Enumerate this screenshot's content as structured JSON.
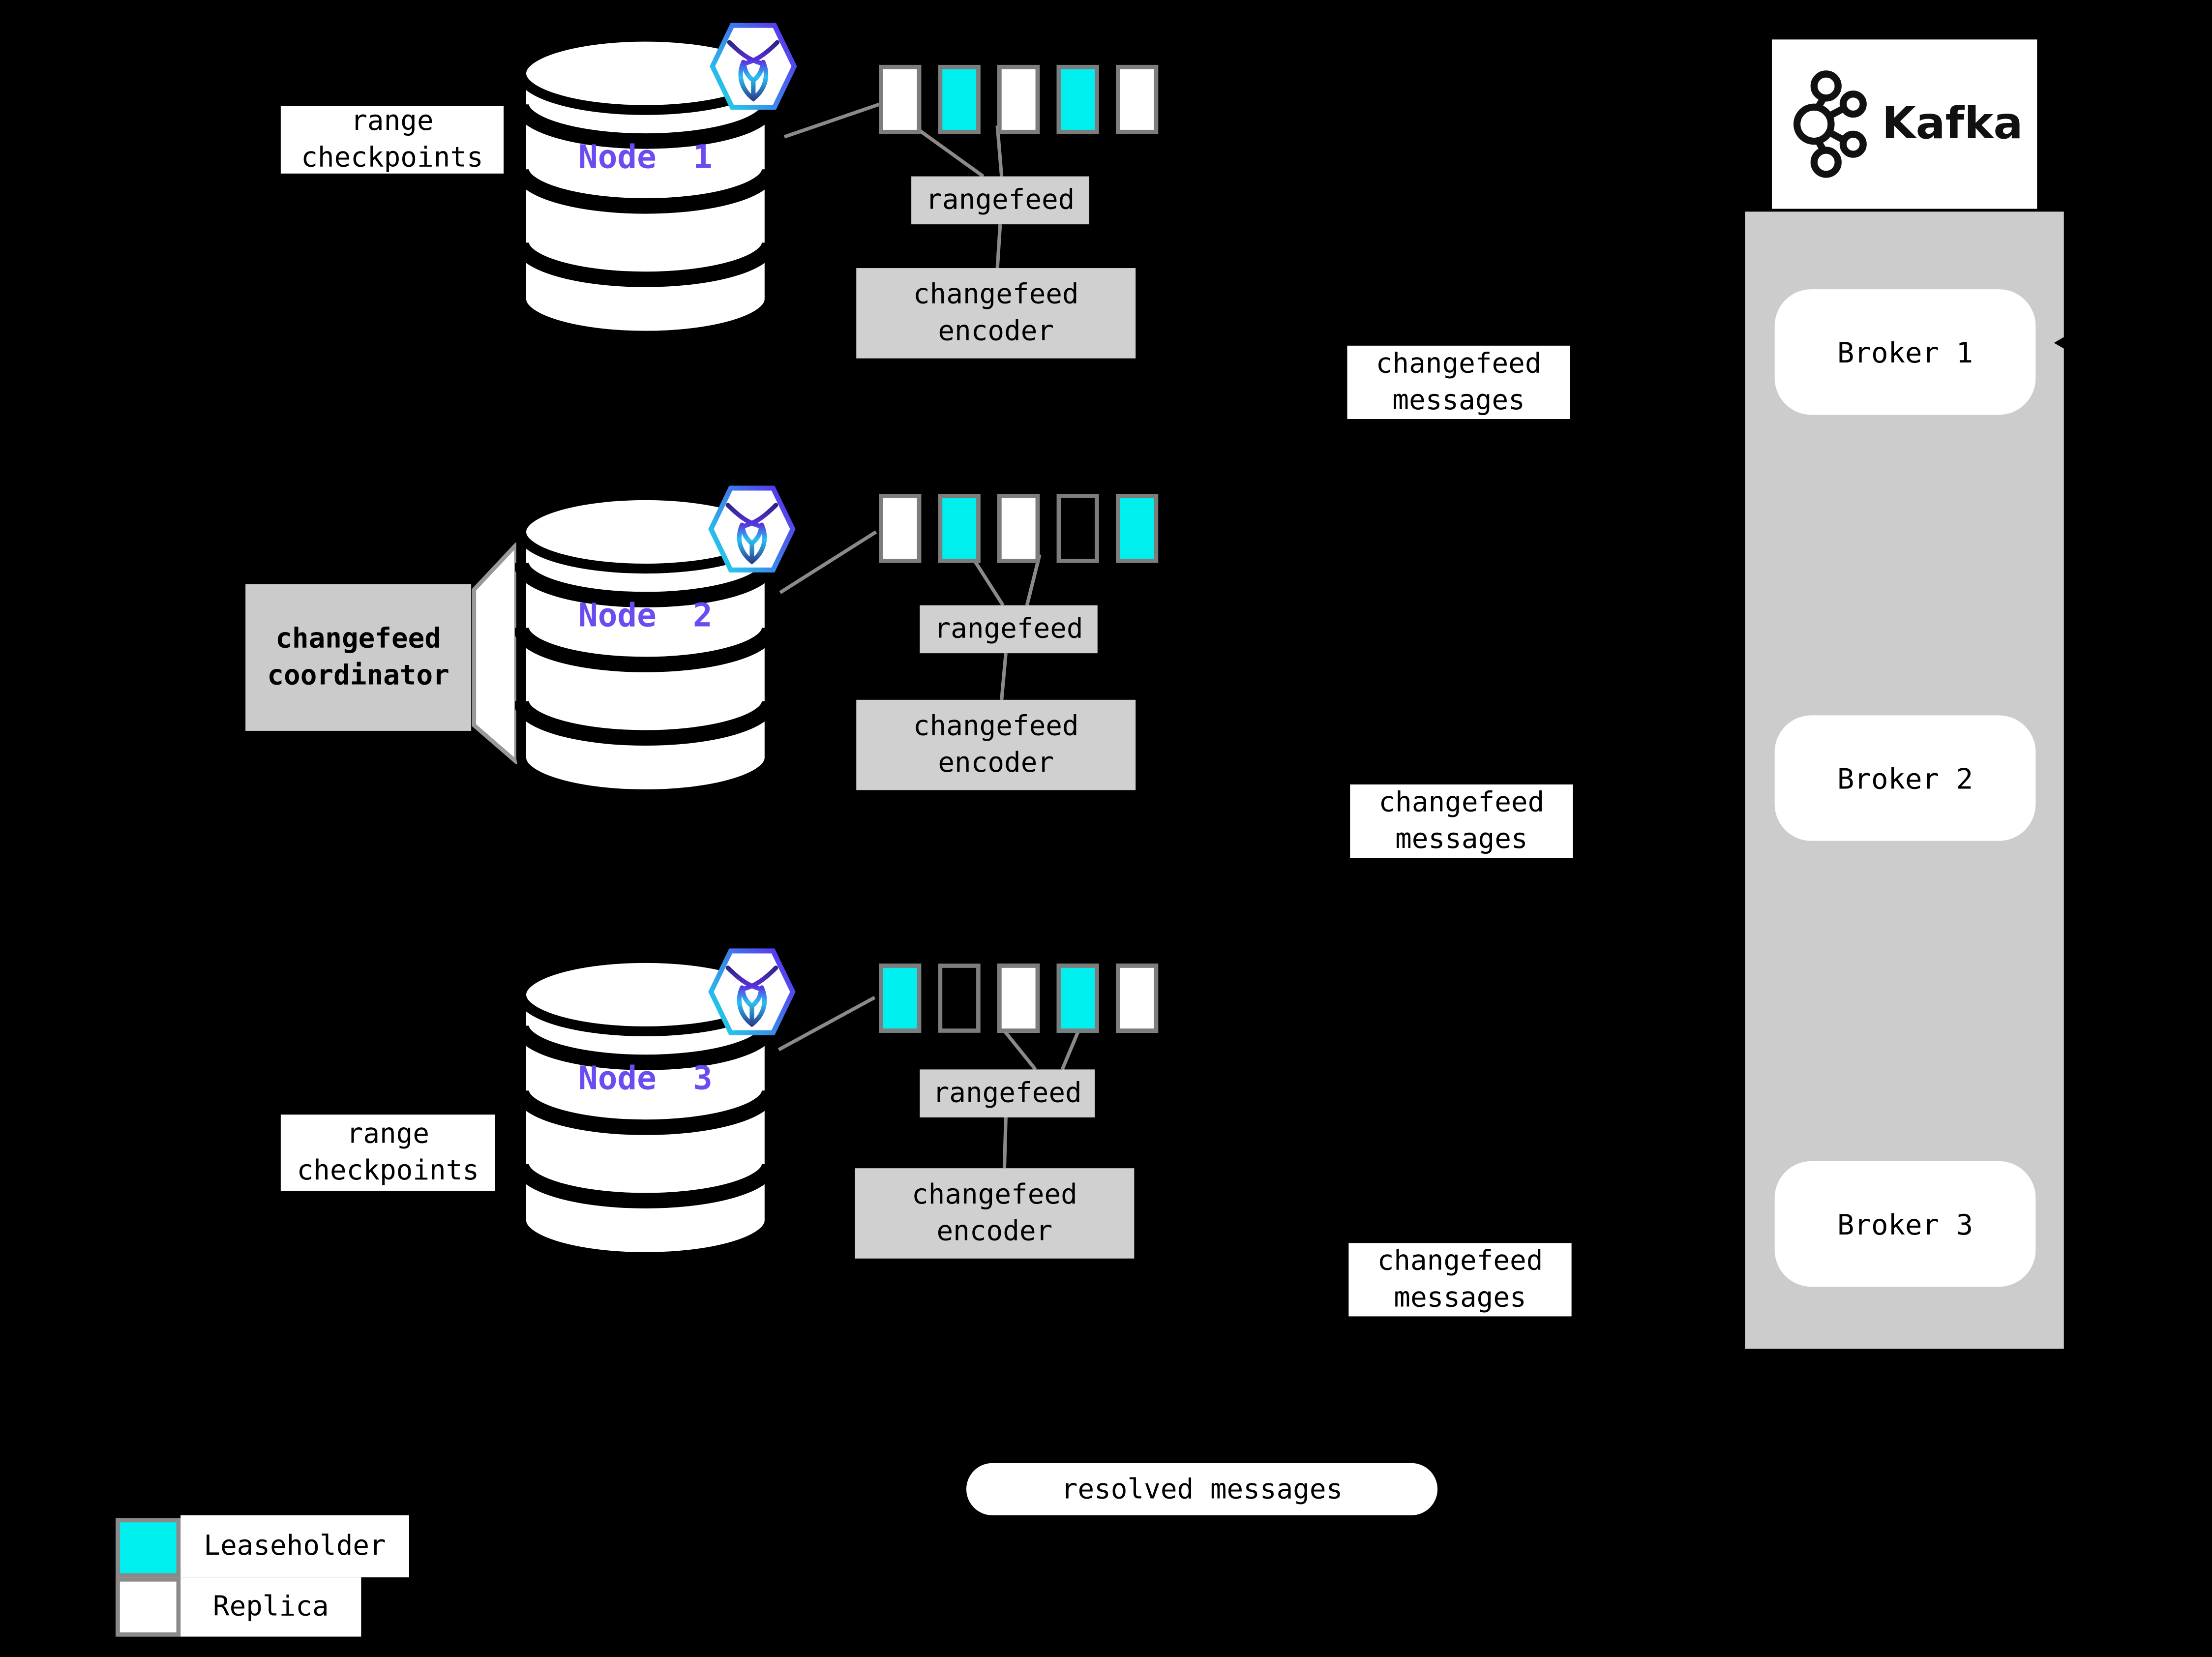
{
  "colors": {
    "background": "#000000",
    "leaseholder": "#00efef",
    "replica": "#ffffff",
    "box_gray": "#d0d0d0",
    "panel_gray": "#cccccc",
    "line_gray": "#8a8a8a",
    "node_text": "#6c4cf1"
  },
  "nodes": [
    {
      "label": "Node 1",
      "checkpoint_label": "range checkpoints",
      "ranges": [
        "replica",
        "leaseholder",
        "replica",
        "leaseholder",
        "replica"
      ],
      "rangefeed": "rangefeed",
      "encoder": "changefeed encoder",
      "messages": "changefeed messages"
    },
    {
      "label": "Node 2",
      "coordinator": "changefeed coordinator",
      "ranges": [
        "replica",
        "leaseholder",
        "replica",
        "empty",
        "leaseholder"
      ],
      "rangefeed": "rangefeed",
      "encoder": "changefeed encoder",
      "messages": "changefeed messages"
    },
    {
      "label": "Node 3",
      "checkpoint_label": "range checkpoints",
      "ranges": [
        "leaseholder",
        "empty",
        "replica",
        "leaseholder",
        "replica"
      ],
      "rangefeed": "rangefeed",
      "encoder": "changefeed encoder",
      "messages": "changefeed messages"
    }
  ],
  "kafka": {
    "title": "Kafka",
    "brokers": [
      {
        "label": "Broker 1"
      },
      {
        "label": "Broker 2"
      },
      {
        "label": "Broker 3"
      }
    ]
  },
  "resolved_label": "resolved messages",
  "legend": [
    {
      "type": "leaseholder",
      "label": "Leaseholder"
    },
    {
      "type": "replica",
      "label": "Replica"
    }
  ]
}
